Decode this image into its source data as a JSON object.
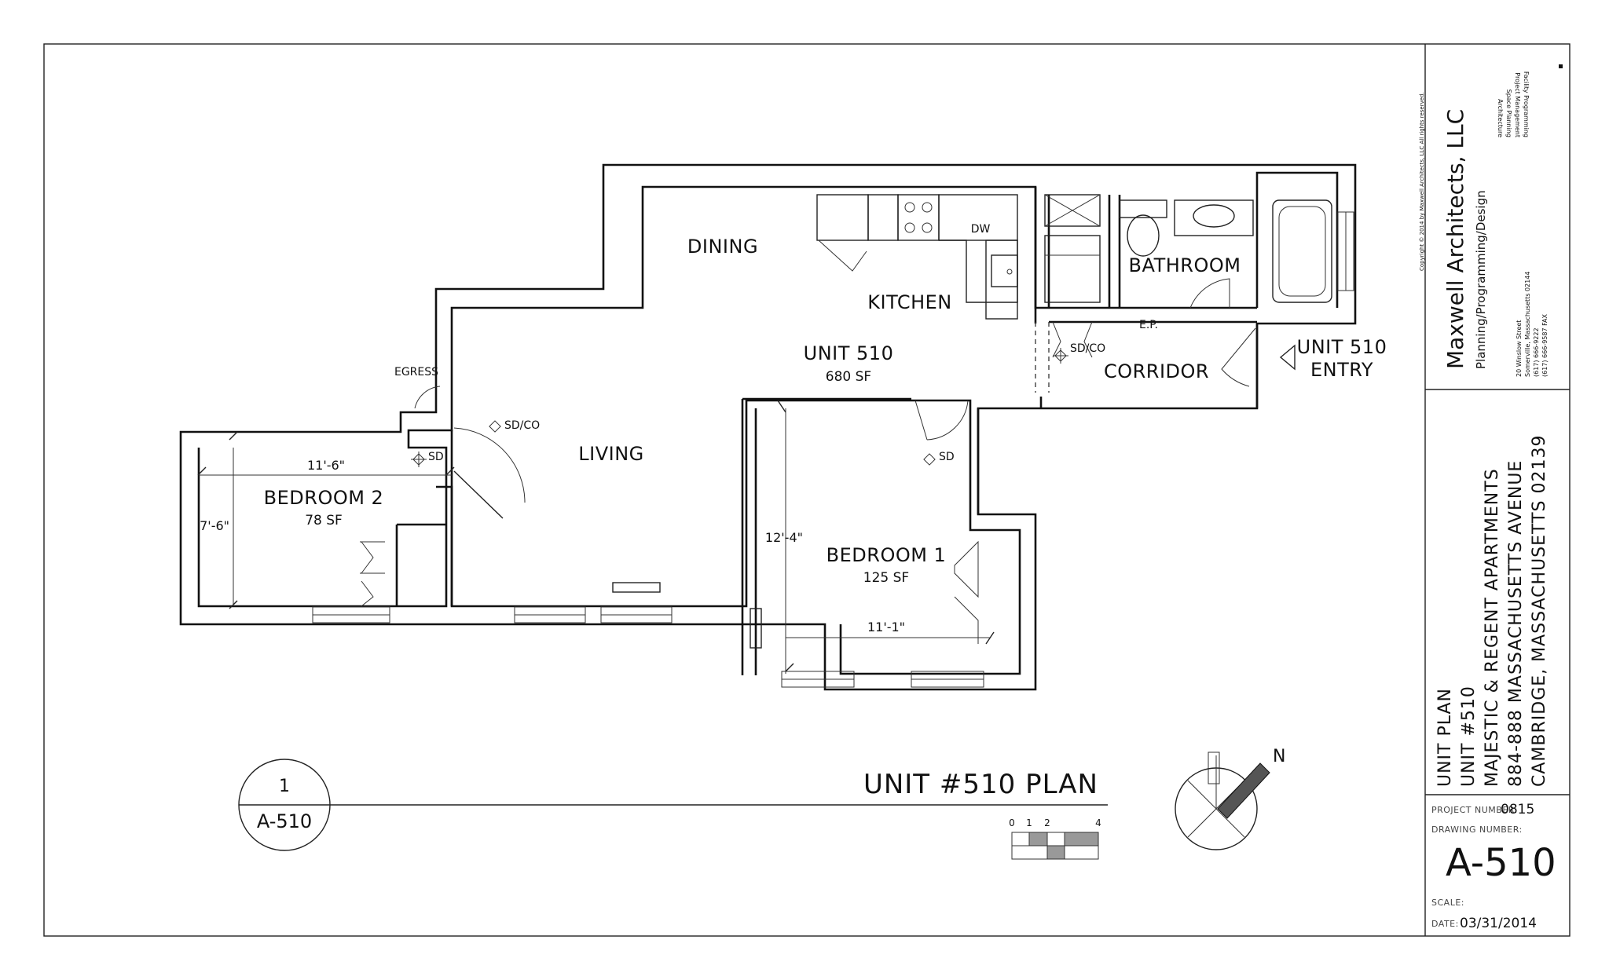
{
  "plan": {
    "rooms": {
      "dining": "DINING",
      "kitchen": "KITCHEN",
      "bathroom": "BATHROOM",
      "living": "LIVING",
      "corridor": "CORRIDOR",
      "bedroom1": "BEDROOM 1",
      "bedroom2": "BEDROOM 2"
    },
    "areas": {
      "unit_name": "UNIT 510",
      "unit_area": "680 SF",
      "bedroom1_area": "125 SF",
      "bedroom2_area": "78 SF"
    },
    "entry": {
      "line1": "UNIT 510",
      "line2": "ENTRY"
    },
    "labels": {
      "egress": "EGRESS",
      "dw": "DW",
      "ep": "E.P.",
      "sd": "SD",
      "sdco": "SD/CO"
    },
    "dimensions": {
      "bedroom2_width": "11'-6\"",
      "bedroom2_depth": "7'-6\"",
      "bedroom1_depth": "12'-4\"",
      "bedroom1_width": "11'-1\""
    }
  },
  "drawing": {
    "ref_number": "1",
    "ref_sheet": "A-510",
    "title": "UNIT #510 PLAN",
    "scale_ticks": [
      "0",
      "1",
      "2",
      "4"
    ],
    "north": "N"
  },
  "title_block": {
    "firm": "Maxwell Architects, LLC",
    "tagline": "Planning/Programming/Design",
    "copyright": "Copyright © 2014 by Maxwell Architects, LLC All rights reserved.",
    "address": [
      "20 Winslow Street",
      "Somerville, Massachusetts 02144",
      "(617) 666-9222",
      "(617) 666-9587 FAX"
    ],
    "services": [
      "Architecture",
      "Space Planning",
      "Project Management",
      "Facility Programming"
    ],
    "sheet_title": [
      "UNIT PLAN",
      "UNIT #510",
      "MAJESTIC & REGENT APARTMENTS",
      "884-888 MASSACHUSETTS AVENUE",
      "CAMBRIDGE, MASSACHUSETTS 02139"
    ],
    "project_number_label": "PROJECT NUMBER:",
    "project_number": "0815",
    "drawing_number_label": "DRAWING NUMBER:",
    "drawing_number": "A-510",
    "scale_label": "SCALE:",
    "date_label": "DATE:",
    "date": "03/31/2014"
  }
}
